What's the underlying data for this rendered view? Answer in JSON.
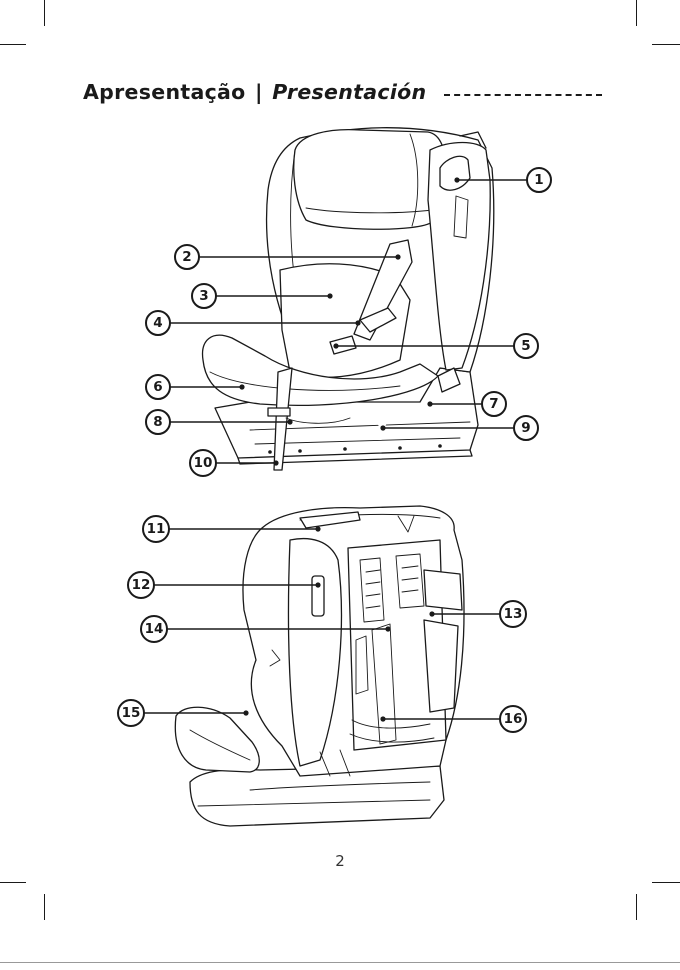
{
  "header": {
    "title_pt": "Apresentação",
    "separator": "|",
    "title_es": "Presentación"
  },
  "callouts": {
    "c1": "1",
    "c2": "2",
    "c3": "3",
    "c4": "4",
    "c5": "5",
    "c6": "6",
    "c7": "7",
    "c8": "8",
    "c9": "9",
    "c10": "10",
    "c11": "11",
    "c12": "12",
    "c13": "13",
    "c14": "14",
    "c15": "15",
    "c16": "16"
  },
  "footer": {
    "page_number": "2"
  }
}
